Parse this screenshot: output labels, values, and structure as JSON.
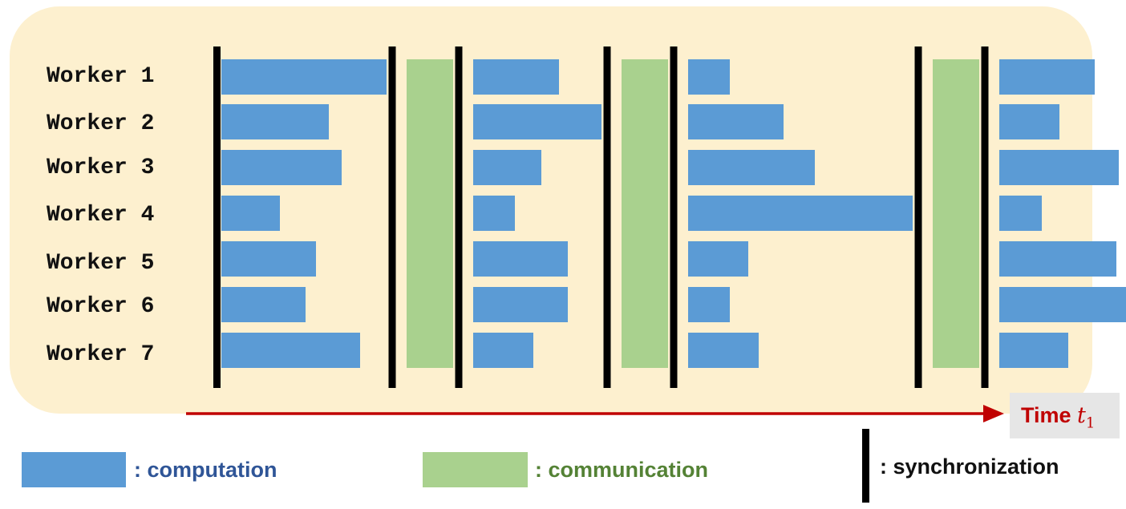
{
  "workers": [
    "Worker 1",
    "Worker 2",
    "Worker 3",
    "Worker 4",
    "Worker 5",
    "Worker 6",
    "Worker 7"
  ],
  "phases": [
    {
      "type": "computation",
      "durations": [
        0.206,
        0.134,
        0.15,
        0.073,
        0.118,
        0.105,
        0.173
      ]
    },
    {
      "type": "communication"
    },
    {
      "type": "computation",
      "durations": [
        0.107,
        0.16,
        0.085,
        0.052,
        0.118,
        0.118,
        0.075
      ]
    },
    {
      "type": "communication"
    },
    {
      "type": "computation",
      "durations": [
        0.052,
        0.119,
        0.158,
        0.28,
        0.075,
        0.052,
        0.088
      ]
    },
    {
      "type": "communication"
    },
    {
      "type": "computation",
      "durations": [
        0.119,
        0.075,
        0.149,
        0.053,
        0.146,
        0.165,
        0.086
      ]
    }
  ],
  "time_axis": {
    "label": "Time",
    "var": "t",
    "sub": "1"
  },
  "legend": {
    "computation": ": computation",
    "communication": ": communication",
    "synchronization": ": synchronization"
  },
  "colors": {
    "computation": "#5b9bd5",
    "communication": "#a9d18e",
    "synchronization": "#000000",
    "panel": "#fdf0cf",
    "arrow": "#c00000",
    "computation_text": "#2f5597",
    "communication_text": "#548235",
    "sync_text": "#111111"
  }
}
